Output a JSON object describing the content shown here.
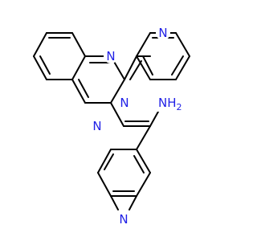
{
  "colors": {
    "background": "#ffffff",
    "carbon_bond": "#000000",
    "nitrogen": "#1f1fe6"
  },
  "atoms": {
    "n_pyridine_top": "N",
    "n_quinazoline_1": "N",
    "n_quinazoline_3": "N",
    "n_imine": "N",
    "nh2_amidine": "NH",
    "nh2_subscript": "2",
    "n_pyridine_bottom": "N"
  }
}
